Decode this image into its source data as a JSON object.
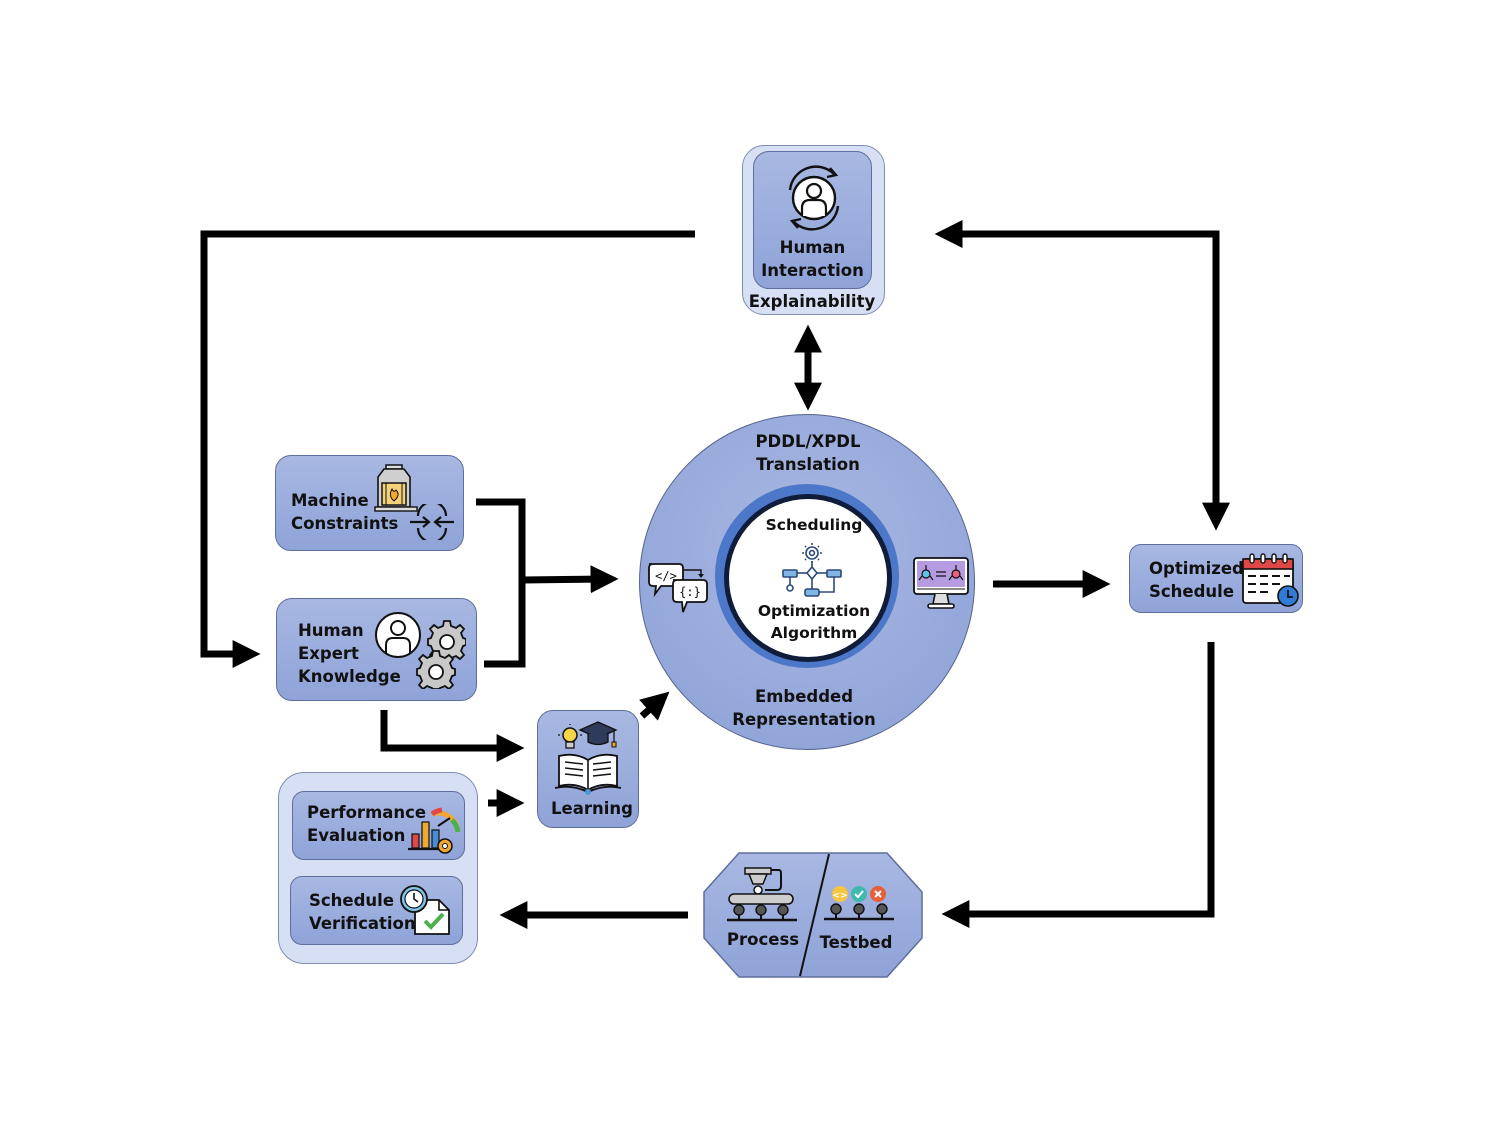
{
  "diagram": {
    "nodes": {
      "human_interaction": {
        "line1": "Human",
        "line2": "Interaction",
        "group_label": "Explainability",
        "icon": "user-cycle-icon"
      },
      "core": {
        "outer_top_line1": "PDDL/XPDL",
        "outer_top_line2": "Translation",
        "outer_bottom_line1": "Embedded",
        "outer_bottom_line2": "Representation",
        "inner_top": "Scheduling",
        "inner_bottom_line1": "Optimization",
        "inner_bottom_line2": "Algorithm",
        "icons": [
          "code-translation-icon",
          "flowchart-gear-icon",
          "monitor-molecule-icon"
        ]
      },
      "machine_constraints": {
        "line1": "Machine",
        "line2": "Constraints",
        "icons": [
          "furnace-icon",
          "compress-arrows-icon"
        ]
      },
      "human_expert": {
        "line1": "Human",
        "line2": "Expert",
        "line3": "Knowledge",
        "icons": [
          "user-icon",
          "gears-icon"
        ]
      },
      "learning": {
        "label": "Learning",
        "icons": [
          "lightbulb-icon",
          "graduation-cap-icon",
          "open-book-icon"
        ]
      },
      "performance_evaluation": {
        "line1": "Performance",
        "line2": "Evaluation",
        "icon": "bar-chart-gauge-icon"
      },
      "schedule_verification": {
        "line1": "Schedule",
        "line2": "Verification",
        "icon": "clock-document-check-icon"
      },
      "optimized_schedule": {
        "line1": "Optimized",
        "line2": "Schedule",
        "icon": "calendar-clock-icon"
      },
      "process_testbed": {
        "left": "Process",
        "right": "Testbed",
        "icons": [
          "conveyor-robot-icon",
          "conveyor-status-icon"
        ]
      }
    },
    "edges": [
      {
        "from": "human_interaction",
        "to": "human_expert",
        "type": "arrow"
      },
      {
        "from": "human_interaction",
        "to": "core",
        "type": "bidirectional"
      },
      {
        "from": "optimized_schedule",
        "to": "human_interaction",
        "type": "bidirectional"
      },
      {
        "from": "machine_constraints",
        "to": "core",
        "type": "merge-arrow"
      },
      {
        "from": "human_expert",
        "to": "core",
        "type": "merge-arrow"
      },
      {
        "from": "human_expert",
        "to": "learning",
        "type": "arrow"
      },
      {
        "from": "performance_evaluation",
        "to": "learning",
        "type": "arrow"
      },
      {
        "from": "learning",
        "to": "core",
        "type": "arrow"
      },
      {
        "from": "core",
        "to": "optimized_schedule",
        "type": "arrow"
      },
      {
        "from": "optimized_schedule",
        "to": "process_testbed",
        "type": "arrow"
      },
      {
        "from": "process_testbed",
        "to": "schedule_verification",
        "type": "arrow"
      }
    ],
    "colors": {
      "node_fill": "#9aaddc",
      "group_fill": "#d6dff3",
      "ring_blue": "#4a72c4",
      "ring_dark": "#0d1b3e",
      "arrow": "#000000"
    }
  }
}
